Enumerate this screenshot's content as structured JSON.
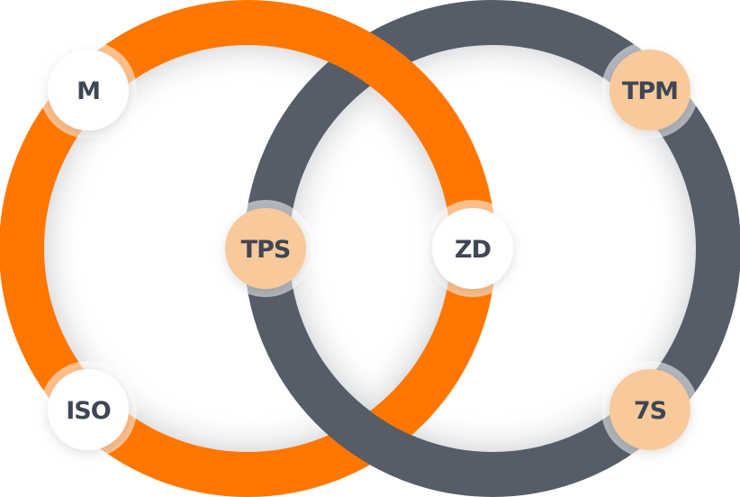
{
  "colors": {
    "orange": "#FF7700",
    "gray": "#565D69",
    "peach": "#F7C99B",
    "white_node": "#FFFFFF",
    "text": "#3F4654"
  },
  "nodes": [
    {
      "label": "M",
      "fill": "white"
    },
    {
      "label": "ISO",
      "fill": "white"
    },
    {
      "label": "TPS",
      "fill": "peach"
    },
    {
      "label": "ZD",
      "fill": "white"
    },
    {
      "label": "TPM",
      "fill": "peach"
    },
    {
      "label": "7S",
      "fill": "peach"
    }
  ]
}
